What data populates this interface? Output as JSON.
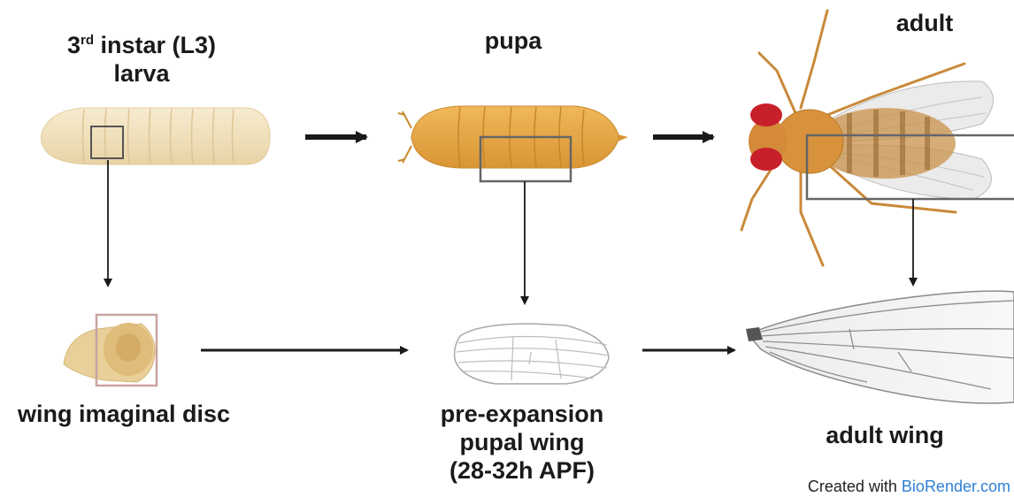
{
  "labels": {
    "larva_line1_prefix": "3",
    "larva_line1_sup": "rd",
    "larva_line1_rest": " instar (L3)",
    "larva_line2": "larva",
    "pupa": "pupa",
    "adult": "adult",
    "disc": "wing imaginal disc",
    "pupal_wing_line1": "pre-expansion",
    "pupal_wing_line2": "pupal wing",
    "pupal_wing_line3": "(28-32h APF)",
    "adult_wing": "adult wing"
  },
  "credit": {
    "prefix": "Created with ",
    "brand": "BioRender.com"
  },
  "colors": {
    "larva": "#f2e3bf",
    "pupa": "#e8a848",
    "fly_body": "#d9923c",
    "fly_eye": "#c8202a",
    "disc": "#e9cf9a",
    "disc_box": "#c9a4a0",
    "arrow": "#1a1a1a",
    "box": "#6e6e6e",
    "brand": "#2f7fd6"
  }
}
